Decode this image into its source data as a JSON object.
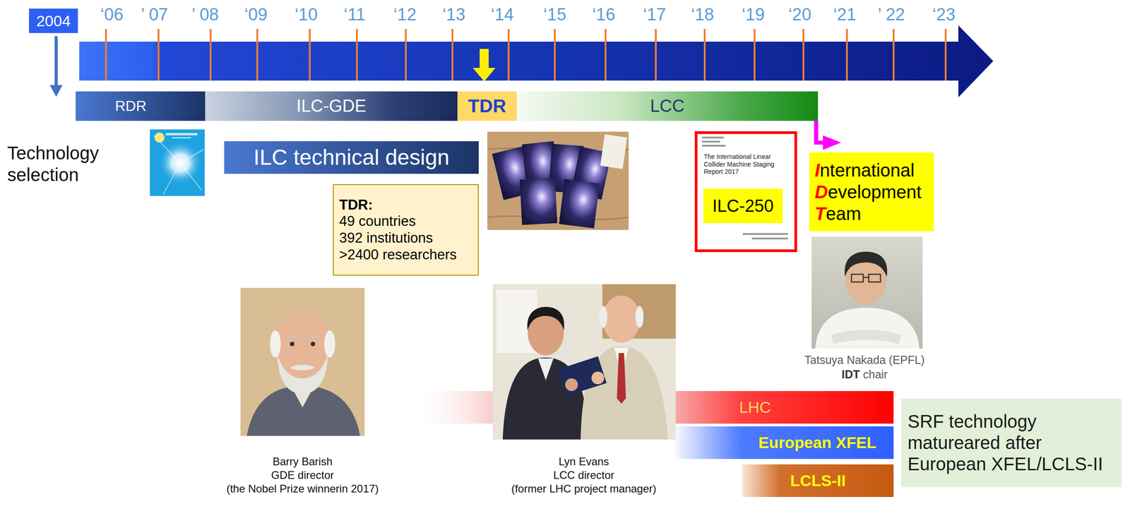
{
  "diagram": {
    "nodes": [
      {
        "text": [
          "2004"
        ]
      },
      {
        "text": [
          "RDR"
        ]
      },
      {
        "text": [
          "ILC-GDE"
        ]
      },
      {
        "text": [
          "TDR"
        ]
      },
      {
        "text": [
          "LCC"
        ]
      },
      {
        "text": [
          "ILC technical design"
        ]
      },
      {
        "text": [
          "TDR:",
          "49 countries",
          "392 institutions",
          ">2400 researchers"
        ]
      },
      {
        "text": [
          "The International Linear Collider Machine Staging Report 2017"
        ]
      },
      {
        "text": [
          "ILC-250"
        ],
        "in": 7
      },
      {
        "text": [
          "International Development Team"
        ]
      },
      {
        "text": [
          "LHC"
        ]
      },
      {
        "text": [
          "European XFEL"
        ]
      },
      {
        "text": [
          "LCLS-II"
        ]
      },
      {
        "text": [
          "SRF technology matureared after European XFEL/LCLS-II"
        ]
      }
    ],
    "edges": [
      {
        "from": 4,
        "to": 9,
        "arrow": "to"
      }
    ],
    "labels": [
      "‘06",
      "’ 07",
      "’ 08",
      "‘09",
      "‘10",
      "‘11",
      "‘12",
      "‘13",
      "‘14",
      "‘15",
      "‘16",
      "‘17",
      "‘18",
      "‘19",
      "‘20",
      "‘21",
      "’ 22",
      "‘23",
      "Technology selection",
      "Barry Barish",
      "GDE director",
      "(the Nobel Prize winnerin 2017)",
      "Lyn Evans",
      "LCC director",
      "(former LHC project manager)",
      "Tatsuya Nakada (EPFL)",
      "IDT",
      "chair"
    ]
  }
}
